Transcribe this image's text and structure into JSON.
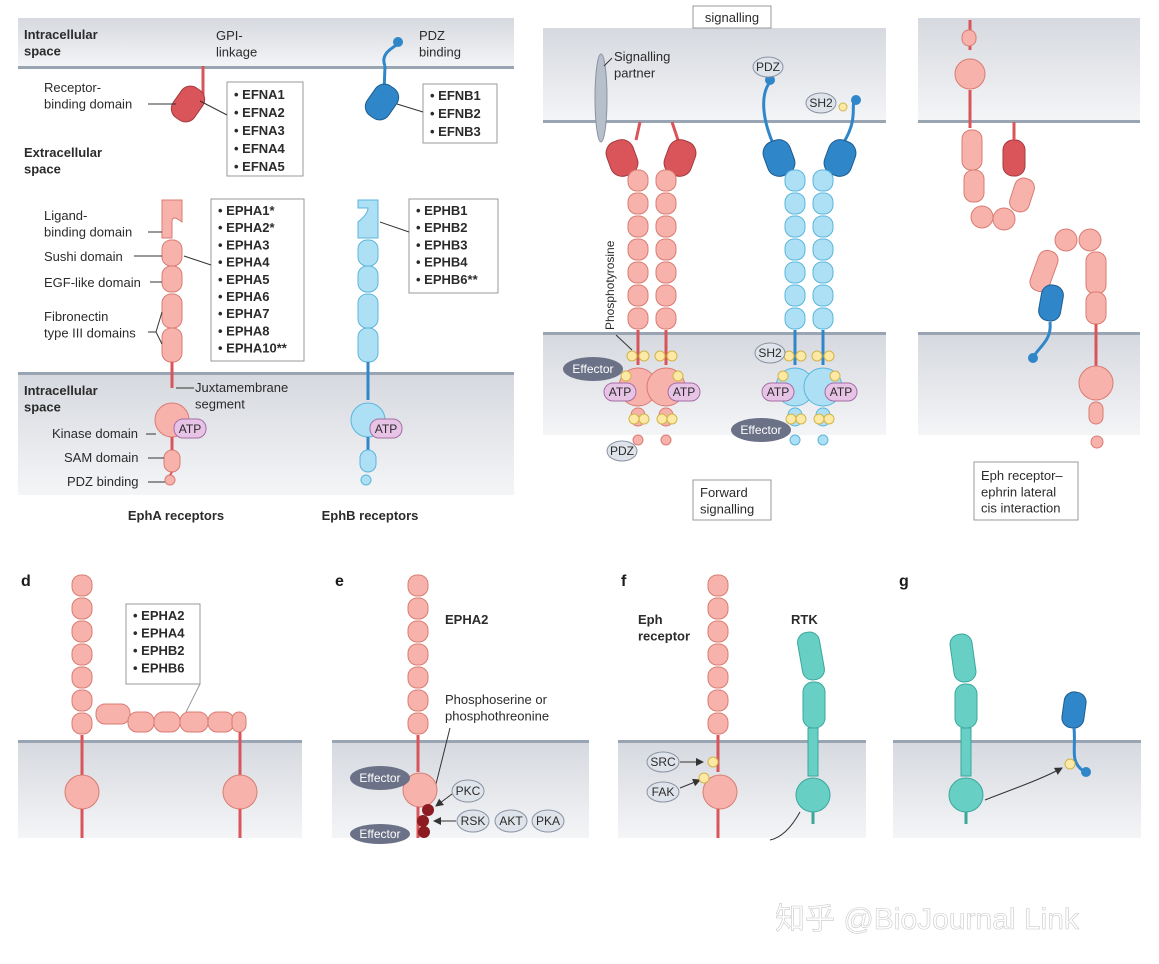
{
  "panel_a": {
    "intracellular_top": "Intracellular\nspace",
    "extracellular": "Extracellular\nspace",
    "intracellular_bottom": "Intracellular\nspace",
    "gpi": "GPI-\nlinkage",
    "pdz_binding_top": "PDZ\nbinding",
    "receptor_binding": "Receptor-\nbinding domain",
    "ligand_binding": "Ligand-\nbinding domain",
    "sushi": "Sushi domain",
    "egf": "EGF-like domain",
    "fibronectin": "Fibronectin\ntype III domains",
    "juxtamembrane": "Juxtamembrane\nsegment",
    "kinase": "Kinase domain",
    "sam": "SAM domain",
    "pdz_binding": "PDZ binding",
    "atp": "ATP",
    "efna": [
      "EFNA1",
      "EFNA2",
      "EFNA3",
      "EFNA4",
      "EFNA5"
    ],
    "efnb": [
      "EFNB1",
      "EFNB2",
      "EFNB3"
    ],
    "epha": [
      "EPHA1*",
      "EPHA2*",
      "EPHA3",
      "EPHA4",
      "EPHA5",
      "EPHA6",
      "EPHA7",
      "EPHA8",
      "EPHA10**"
    ],
    "ephb": [
      "EPHB1",
      "EPHB2",
      "EPHB3",
      "EPHB4",
      "EPHB6**"
    ],
    "epha_title": "EphA receptors",
    "ephb_title": "EphB receptors"
  },
  "panel_b": {
    "top_box": "signalling",
    "signalling_partner": "Signalling\npartner",
    "pdz": "PDZ",
    "sh2": "SH2",
    "phosphotyrosine": "Phosphotyrosine",
    "effector": "Effector",
    "atp": "ATP",
    "forward": "Forward\nsignalling"
  },
  "panel_c": {
    "cis": "Eph receptor–\nephrin lateral\ncis interaction"
  },
  "panel_d": {
    "letter": "d",
    "list": [
      "EPHA2",
      "EPHA4",
      "EPHB2",
      "EPHB6"
    ]
  },
  "panel_e": {
    "letter": "e",
    "title": "EPHA2",
    "phospho": "Phosphoserine or\nphosphothreonine",
    "effector": "Effector",
    "kinases": [
      "PKC",
      "RSK",
      "AKT",
      "PKA"
    ]
  },
  "panel_f": {
    "letter": "f",
    "eph": "Eph\nreceptor",
    "rtk": "RTK",
    "src": "SRC",
    "fak": "FAK"
  },
  "panel_g": {
    "letter": "g"
  },
  "watermark": "知乎 @BioJournal Link",
  "colors": {
    "epha_pink": "#f7b3ab",
    "epha_outline": "#d97b73",
    "ephrin_red": "#d9555a",
    "ephb_blue": "#aee0f5",
    "ephb_outline": "#5ab5dc",
    "ephrin_blue": "#2f86c9",
    "rtk_teal": "#67cfc4",
    "membrane": "#dfe2e7",
    "effector": "#6b7287",
    "atp": "#e7c3e6",
    "phospho": "#fbe9a5"
  }
}
